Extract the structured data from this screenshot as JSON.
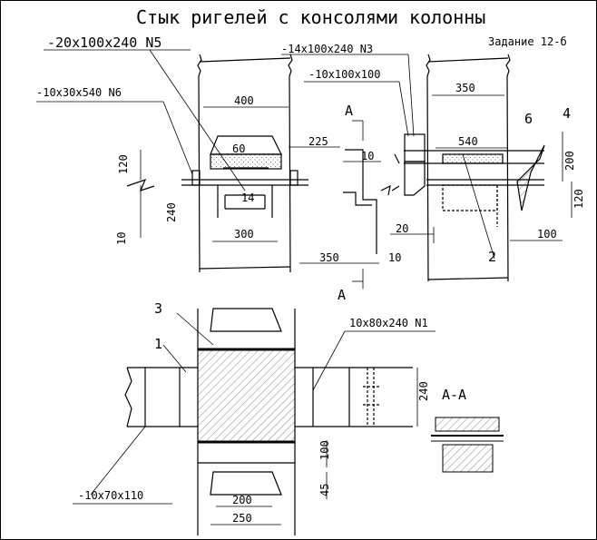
{
  "title": "Стык ригелей с консолями колонны",
  "assignment": "Задание 12-б",
  "labels": {
    "n5": "-20x100x240 N5",
    "n6": "-10x30x540 N6",
    "n3": "-14x100x240 N3",
    "plate100": "-10x100x100",
    "n1": "10x80x240 N1",
    "plate70": "-10x70x110",
    "section": "A-A",
    "cutA_top": "A",
    "cutA_bottom": "A"
  },
  "dims": {
    "d400": "400",
    "d60": "60",
    "d225": "225",
    "d10a": "10",
    "d120": "120",
    "d240": "240",
    "d10b": "10",
    "d14": "14",
    "d300": "300",
    "d350a": "350",
    "d10c": "10",
    "d20": "20",
    "d350b": "350",
    "d540": "540",
    "d200a": "200",
    "d120b": "120",
    "d100a": "100",
    "d240b": "240",
    "d100b": "100",
    "d45": "45",
    "d200b": "200",
    "d250": "250"
  },
  "markers": {
    "m1": "1",
    "m2": "2",
    "m3": "3",
    "m4": "4",
    "m6": "6"
  }
}
